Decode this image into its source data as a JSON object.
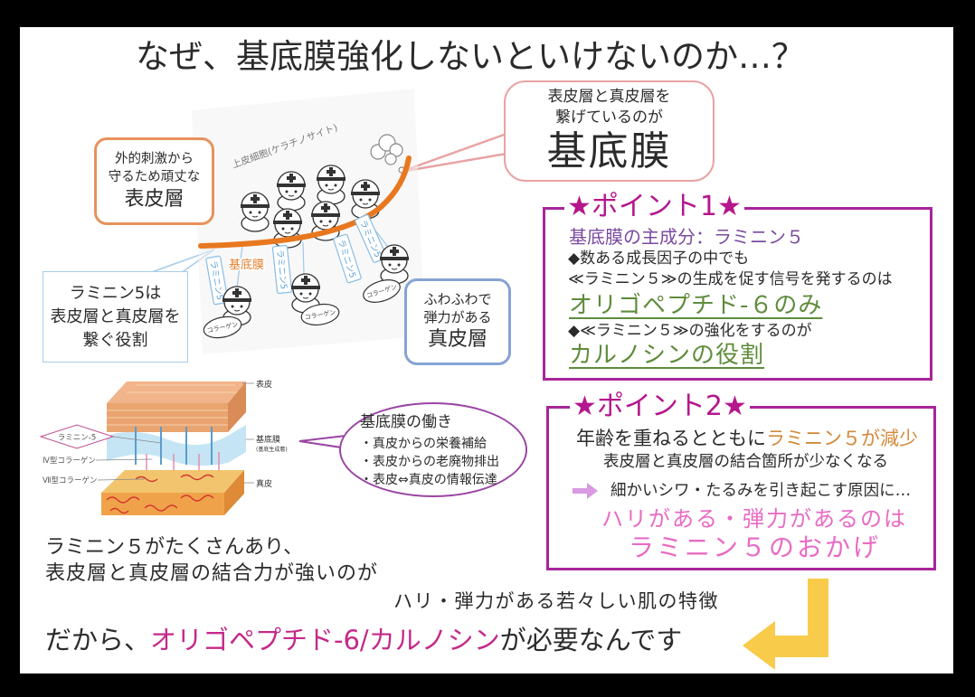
{
  "slide": {
    "title": "なぜ、基底膜強化しないといけないのか…？"
  },
  "bubble_basement_membrane": {
    "line1": "表皮層と真皮層を",
    "line2": "繋げているのが",
    "emphasis": "基底膜"
  },
  "callout_epidermis": {
    "line1": "外的刺激から",
    "line2": "守るため頑丈な",
    "emphasis": "表皮層"
  },
  "callout_laminin": {
    "line1": "ラミニン5は",
    "line2": "表皮層と真皮層を",
    "line3": "繋ぐ役割"
  },
  "callout_dermis": {
    "line1": "ふわふわで",
    "line2": "弾力がある",
    "emphasis": "真皮層"
  },
  "illustration": {
    "keratinocyte_label": "上皮細胞(ケラチノサイト)",
    "membrane_label": "基底膜",
    "laminin_tags": [
      "ラミニン5",
      "ラミニン5",
      "ラミニン5",
      "ラミニン5"
    ],
    "collagen_sacks": [
      "コラーゲン",
      "コラーゲン",
      "コラーゲン"
    ]
  },
  "skin_diagram": {
    "epidermis": "表皮",
    "basement": "基底膜",
    "basement_note": "(基底生成層)",
    "dermis": "真皮",
    "laminin": "ラミニン-5",
    "collagen_iv": "Ⅳ型コラーゲン",
    "collagen_vii": "Ⅶ型コラーゲン"
  },
  "functions": {
    "title": "基底膜の働き",
    "items": [
      "・真皮からの栄養補給",
      "・表皮からの老廃物排出",
      "・表皮⇔真皮の情報伝達"
    ]
  },
  "point1": {
    "heading": "★ポイント1★",
    "main_component": "基底膜の主成分：ラミニン５",
    "line1": "◆数ある成長因子の中でも",
    "line2": "≪ラミニン５≫の生成を促す信号を発するのは",
    "highlight1": "オリゴペプチド-６のみ",
    "line3": "◆≪ラミニン５≫の強化をするのが",
    "highlight2": "カルノシンの役割"
  },
  "point2": {
    "heading": "★ポイント2★",
    "line1_plain": "年齢を重ねるとともに",
    "line1_highlight": "ラミニン５が減少",
    "line2": "表皮層と真皮層の結合箇所が少なくなる",
    "line3": "細かいシワ・たるみを引き起こす原因に…",
    "line4": "ハリがある・弾力があるのは",
    "line5": "ラミニン５のおかげ"
  },
  "summary": {
    "line1": "ラミニン５がたくさんあり、",
    "line2": "表皮層と真皮層の結合力が強いのが",
    "line3": "ハリ・弾力がある若々しい肌の特徴",
    "conclusion_prefix": "だから、",
    "conclusion_highlight": "オリゴペプチド-6/カルノシン",
    "conclusion_suffix": "が必要なんです"
  },
  "icons": {
    "point2_arrow": "arrow-right-icon",
    "summary_arrow": "bent-arrow-icon"
  },
  "colors": {
    "frame": "#000000",
    "point_border": "#a8259a",
    "point_heading": "#b5178c",
    "purple_text": "#7b4aa0",
    "green_highlight": "#5e8c3c",
    "orange_highlight": "#d3893a",
    "pink_highlight": "#e86bc4",
    "magenta_highlight": "#c32a8a",
    "yellow_arrow": "#f8cb4a",
    "basement_membrane_line": "#e8781f"
  }
}
